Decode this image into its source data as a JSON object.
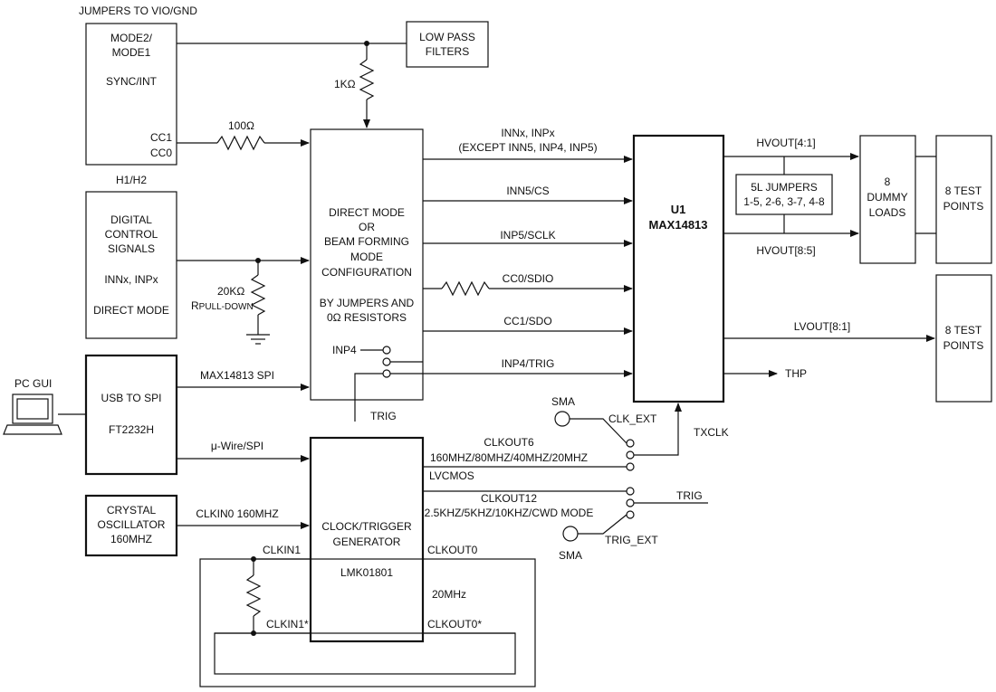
{
  "labels": {
    "jumpers_vio_gnd": "JUMPERS TO VIO/GND",
    "mode_box": [
      "MODE2/",
      "MODE1",
      "SYNC/INT"
    ],
    "cc1": "CC1",
    "cc0": "CC0",
    "low_pass": [
      "LOW PASS",
      "FILTERS"
    ],
    "r_1k": "1KΩ",
    "r_100": "100Ω",
    "h1h2": "H1/H2",
    "digital_box": [
      "DIGITAL",
      "CONTROL",
      "SIGNALS",
      "INNx, INPx",
      "DIRECT MODE"
    ],
    "r_20k": "20KΩ",
    "r_pulldown_main": "R",
    "r_pulldown_sub": "PULL-DOWN",
    "config_box": [
      "DIRECT MODE",
      "OR",
      "BEAM FORMING",
      "MODE",
      "CONFIGURATION",
      "BY JUMPERS AND",
      "0Ω  RESISTORS"
    ],
    "inp4": "INP4",
    "trig_config": "TRIG",
    "pc_gui": "PC GUI",
    "usb_box": [
      "USB TO SPI",
      "FT2232H"
    ],
    "max_spi": "MAX14813 SPI",
    "uwire": "μ-Wire/SPI",
    "crystal_box": [
      "CRYSTAL",
      "OSCILLATOR",
      "160MHZ"
    ],
    "clkin0": "CLKIN0 160MHZ",
    "clock_box": [
      "CLOCK/TRIGGER",
      "GENERATOR",
      "LMK01801"
    ],
    "clkin1": "CLKIN1",
    "clkin1n": "CLKIN1*",
    "clkout0": "CLKOUT0",
    "clkout0n": "CLKOUT0*",
    "mhz20": "20MHz",
    "sig_innx": [
      "INNx, INPx",
      "(EXCEPT INN5, INP4, INP5)"
    ],
    "sig_inn5": "INN5/CS",
    "sig_inp5": "INP5/SCLK",
    "sig_cc0": "CC0/SDIO",
    "sig_cc1": "CC1/SDO",
    "sig_inp4": "INP4/TRIG",
    "u1": "U1",
    "max14813": "MAX14813",
    "hvout41": "HVOUT[4:1]",
    "hvout85": "HVOUT[8:5]",
    "jumpers5l": [
      "5L JUMPERS",
      "1-5, 2-6, 3-7, 4-8"
    ],
    "dummy": [
      "8",
      "DUMMY",
      "LOADS"
    ],
    "testpoints": [
      "8 TEST",
      "POINTS"
    ],
    "lvout": "LVOUT[8:1]",
    "thp": "THP",
    "sma_top": "SMA",
    "clk_ext": "CLK_EXT",
    "txclk": "TXCLK",
    "clkout6": [
      "CLKOUT6",
      "160MHZ/80MHZ/40MHZ/20MHZ"
    ],
    "lvcmos": "LVCMOS",
    "clkout12": [
      "CLKOUT12",
      "2.5KHZ/5KHZ/10KHZ/CWD MODE"
    ],
    "trig_out": "TRIG",
    "trig_ext": "TRIG_EXT",
    "sma_bottom": "SMA"
  }
}
